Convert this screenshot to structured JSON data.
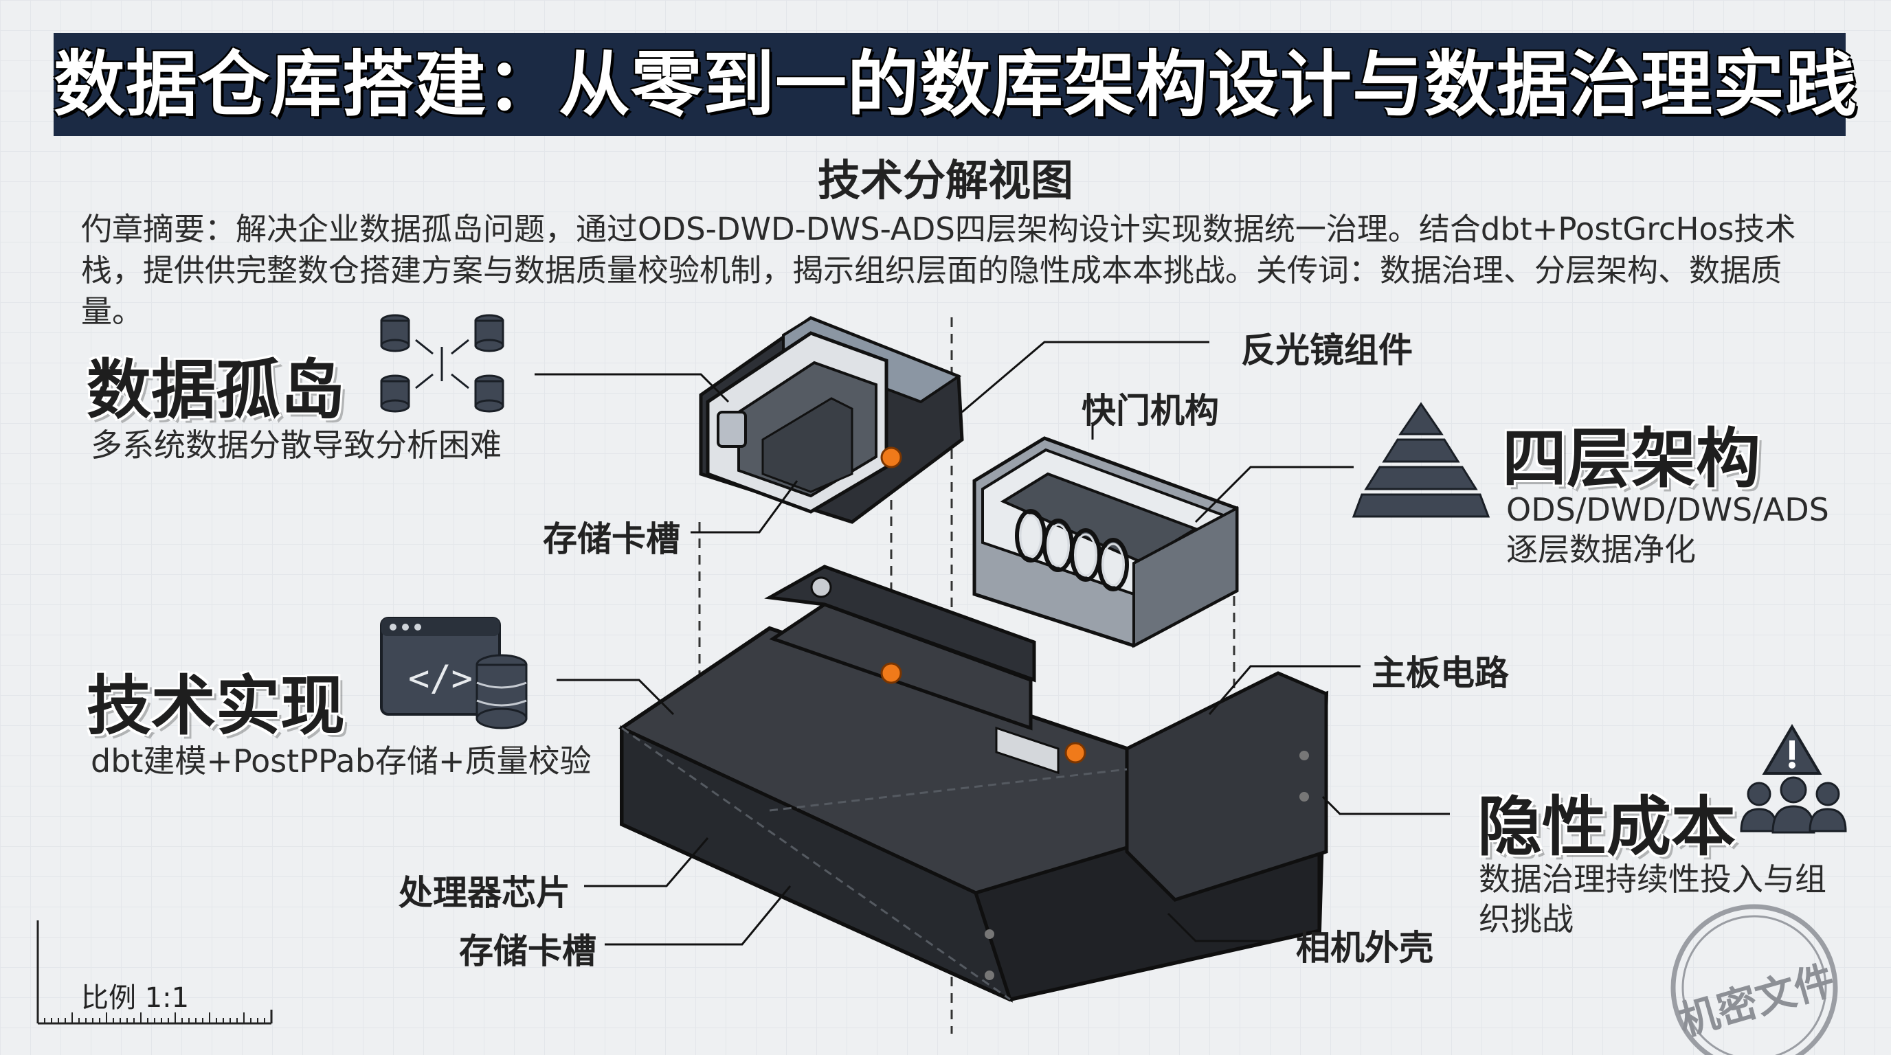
{
  "header": {
    "title": "数据仓库搭建：从零到一的数库架构设计与数据治理实践",
    "subtitle": "技术分解视图",
    "abstract": "仢章摘要：解决企业数据孤岛问题，通过ODS-DWD-DWS-ADS四层架构设计实现数据统一治理。结合dbt+PostGrcHos技术栈，提供供完整数仓搭建方案与数据质量校验机制，揭示组织层面的隐性成本本挑战。关传词：数据治理、分层架构、数据质量。"
  },
  "sections": {
    "silo": {
      "title": "数据孤岛",
      "desc": "多系统数据分散导致分析困难",
      "icon": "database-network-icon"
    },
    "tech": {
      "title": "技术实现",
      "desc": "dbt建模+PostPPab存储+质量校验",
      "icon": "code-window-database-icon"
    },
    "layers": {
      "title": "四层架构",
      "desc1": "ODS/DWD/DWS/ADS",
      "desc2": "逐层数据净化",
      "icon": "pyramid-icon"
    },
    "cost": {
      "title": "隐性成本",
      "desc1": "数据治理持续性投入与组",
      "desc2": "织挑战",
      "icon": "warning-people-icon"
    }
  },
  "callouts": {
    "reflector": "反光镜组件",
    "shutter": "快门机构",
    "slot_top": "存储卡槽",
    "board": "主板电路",
    "cpu": "处理器芯片",
    "slot_bottom": "存储卡槽",
    "shell": "相机外壳"
  },
  "footer": {
    "scale": "比例 1:1",
    "stamp": "机密文件"
  },
  "colors": {
    "banner": "#1b2a44",
    "accent": "#f07a1a",
    "body_dark": "#2d3036",
    "icon": "#3f4754"
  }
}
